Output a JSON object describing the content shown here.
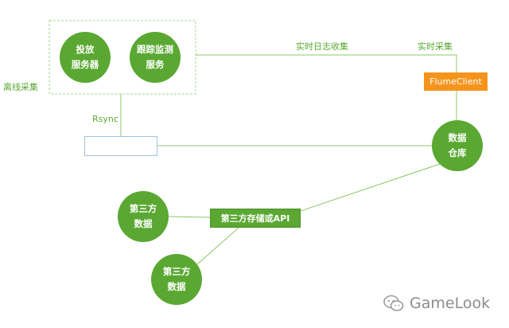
{
  "nodes": {
    "delivery_server": {
      "line1": "投放",
      "line2": "服务器"
    },
    "tracking_service": {
      "line1": "跟踪监测",
      "line2": "服务"
    },
    "data_warehouse": {
      "line1": "数据",
      "line2": "仓库"
    },
    "third_party_data_1": {
      "line1": "第三方",
      "line2": "数据"
    },
    "third_party_data_2": {
      "line1": "第三方",
      "line2": "数据"
    }
  },
  "labels": {
    "offline_collection": "离线采集",
    "realtime_log_collection": "实时日志收集",
    "realtime_collection": "实时采集",
    "rsync": "Rsync"
  },
  "boxes": {
    "flume_client": "FlumeClient",
    "third_party_storage": "第三方存储或API"
  },
  "watermark": {
    "text": "GameLook",
    "icon": "wechat-icon"
  },
  "colors": {
    "node_green": "#5aa832",
    "flume_orange": "#f5941c",
    "line_green": "#8cc668",
    "dashed_border": "#a8d48c",
    "rsync_border": "#9cc4e4"
  }
}
